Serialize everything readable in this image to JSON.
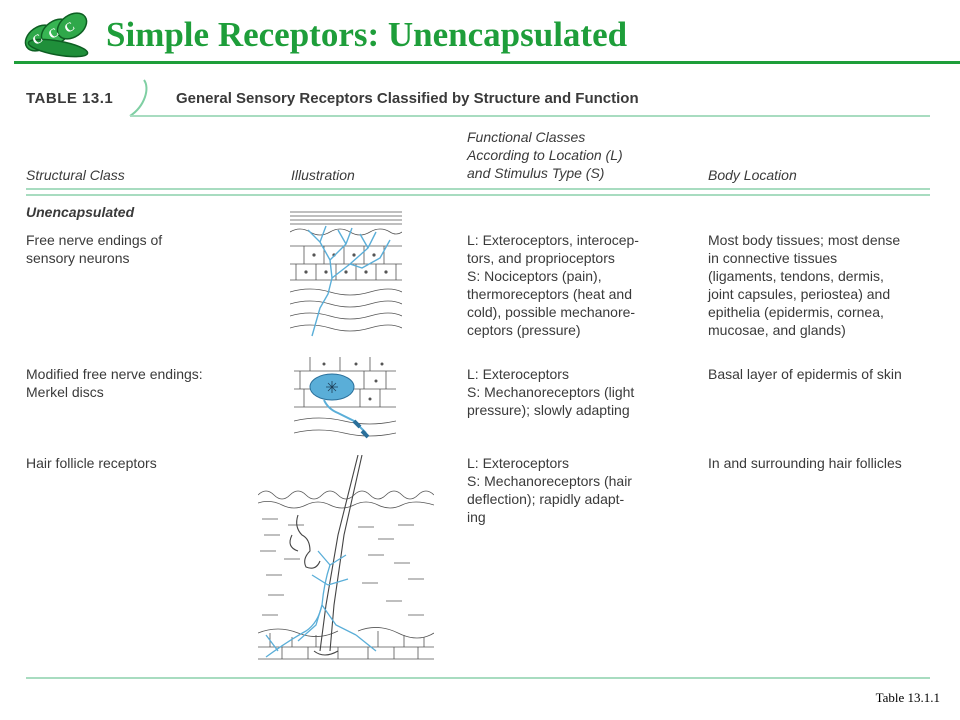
{
  "slide": {
    "title": "Simple Receptors: Unencapsulated",
    "footer_ref": "Table  13.1.1",
    "accent_color": "#1e9e3a",
    "logo_icon": "ccc-stacked-leaves-logo"
  },
  "table": {
    "label": "TABLE 13.1",
    "caption": "General Sensory Receptors Classified by Structure and Function",
    "headers": {
      "structural": "Structural Class",
      "illustration": "Illustration",
      "functional": [
        "Functional Classes",
        "According to Location (L)",
        "and Stimulus Type (S)"
      ],
      "location": "Body Location"
    },
    "section": "Unencapsulated",
    "rows": [
      {
        "structural": [
          "Free nerve endings of",
          "sensory neurons"
        ],
        "functional": [
          "L: Exteroceptors, interocep-",
          "tors, and proprioceptors",
          "S: Nociceptors (pain),",
          "thermoreceptors (heat and",
          "cold), possible mechanore-",
          "ceptors (pressure)"
        ],
        "location": [
          "Most body tissues; most dense",
          "in connective tissues",
          "(ligaments, tendons, dermis,",
          "joint capsules, periostea) and",
          "epithelia (epidermis, cornea,",
          "mucosae, and glands)"
        ],
        "illustration_icon": "free-nerve-endings-illustration"
      },
      {
        "structural": [
          "Modified free nerve endings:",
          "Merkel discs"
        ],
        "functional": [
          "L: Exteroceptors",
          "S: Mechanoreceptors (light",
          "pressure); slowly adapting"
        ],
        "location": [
          "Basal layer of epidermis of skin"
        ],
        "illustration_icon": "merkel-disc-illustration"
      },
      {
        "structural": [
          "Hair follicle receptors"
        ],
        "functional": [
          "L: Exteroceptors",
          "S: Mechanoreceptors (hair",
          "deflection); rapidly adapt-",
          "ing"
        ],
        "location": [
          "In and surrounding hair follicles"
        ],
        "illustration_icon": "hair-follicle-illustration"
      }
    ]
  }
}
